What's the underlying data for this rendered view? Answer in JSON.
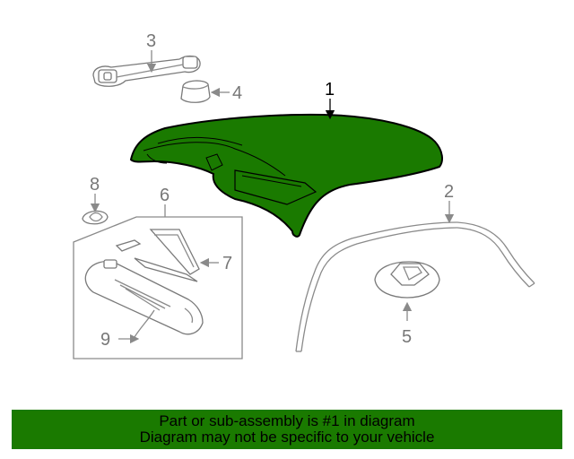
{
  "colors": {
    "highlight_part": "#1a7a00",
    "banner_background": "#1a7a00",
    "line_gray": "#8a8a8a",
    "text": "#000000"
  },
  "callouts": {
    "c1": "1",
    "c2": "2",
    "c3": "3",
    "c4": "4",
    "c5": "5",
    "c6": "6",
    "c7": "7",
    "c8": "8",
    "c9": "9"
  },
  "banner": {
    "line1": "Part or sub-assembly is #1 in diagram",
    "line2": "Diagram may not be specific to your vehicle"
  }
}
